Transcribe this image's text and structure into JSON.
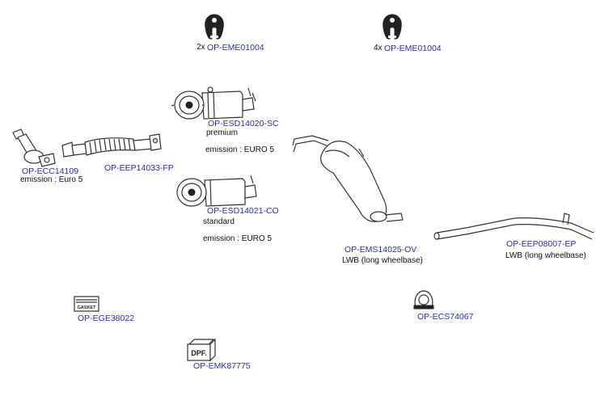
{
  "colors": {
    "link": "#2a2fb0",
    "text": "#111111",
    "line": "#333333"
  },
  "parts": {
    "hanger_1": {
      "qty": "2x",
      "code": "OP-EME01004",
      "icon": "rubber-hanger-icon"
    },
    "hanger_2": {
      "qty": "4x",
      "code": "OP-EME01004",
      "icon": "rubber-hanger-icon"
    },
    "dpf_sc": {
      "code": "OP-ESD14020-SC",
      "note1": "premium",
      "note2": "emission : EURO 5",
      "icon": "dpf-filter-icon"
    },
    "dpf_co": {
      "code": "OP-ESD14021-CO",
      "note1": "standard",
      "note2": "emission : EURO 5",
      "icon": "dpf-filter-icon"
    },
    "catalyst": {
      "code": "OP-ECC14109",
      "note1": "emission : Euro 5",
      "icon": "catalytic-converter-icon"
    },
    "flexpipe": {
      "code": "OP-EEP14033-FP",
      "icon": "flex-pipe-icon"
    },
    "muffler": {
      "code": "OP-EMS14025-OV",
      "note1": "LWB (long wheelbase)",
      "icon": "rear-muffler-icon"
    },
    "tailpipe": {
      "code": "OP-EEP08007-EP",
      "note1": "LWB (long wheelbase)",
      "icon": "end-pipe-icon"
    },
    "gasket": {
      "code": "OP-EGE38022",
      "label": "GASKET",
      "icon": "gasket-icon"
    },
    "clamp": {
      "code": "OP-ECS74067",
      "icon": "clamp-icon"
    },
    "mounting_kit": {
      "code": "OP-EMK87775",
      "label": "DPF.",
      "icon": "mounting-kit-box-icon"
    }
  }
}
